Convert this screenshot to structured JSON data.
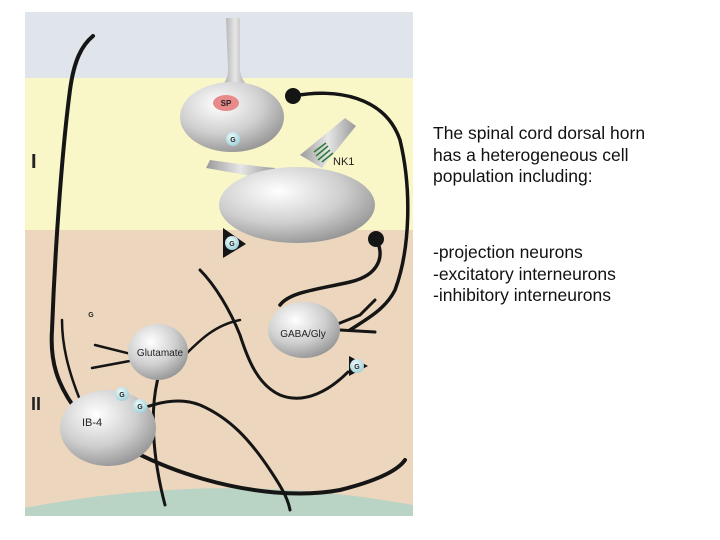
{
  "diagram": {
    "layer_labels": {
      "lamina_1": "I",
      "lamina_2": "II"
    },
    "receptors": {
      "sp": "SP",
      "nk1": "NK1",
      "g": "G"
    },
    "cells": {
      "glutamate": "Glutamate",
      "gaba_gly": "GABA/Gly",
      "ib4": "IB-4"
    },
    "colors": {
      "top_region": "#dfe5ea",
      "lamina_1": "#f9f6c8",
      "lamina_2": "#ecd6bd",
      "white_matter": "#b9d3c4",
      "sp_marker": "#e8898a",
      "g_marker": "#bfe3e8",
      "axon": "#151515"
    }
  },
  "text": {
    "intro_lines": [
      "The spinal cord dorsal horn",
      "has a heterogeneous cell",
      "population including:"
    ],
    "list_lines": [
      "-projection neurons",
      "-excitatory interneurons",
      "-inhibitory interneurons"
    ]
  }
}
